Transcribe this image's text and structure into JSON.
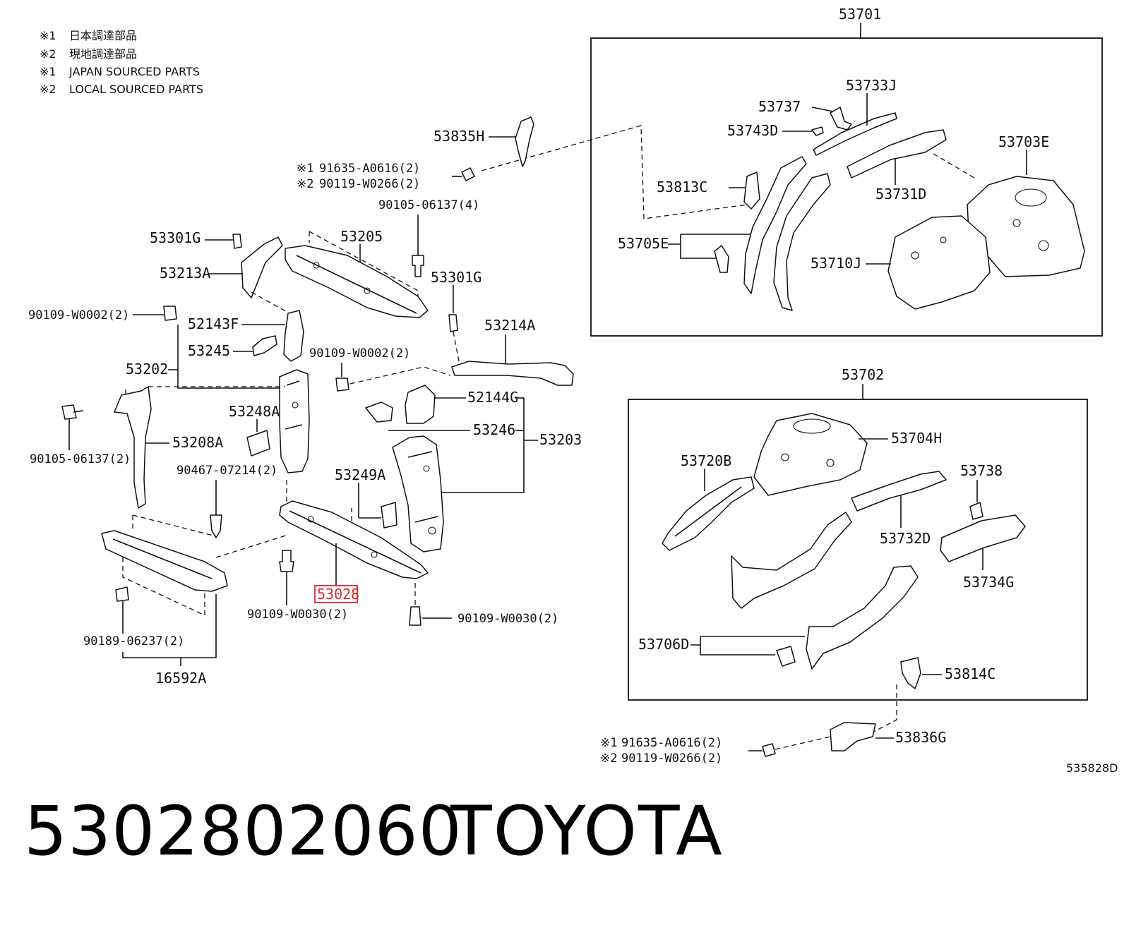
{
  "legend": [
    {
      "mark": "※1",
      "text": "日本調達部品"
    },
    {
      "mark": "※2",
      "text": "現地調達部品"
    },
    {
      "mark": "※1",
      "text": "JAPAN SOURCED PARTS"
    },
    {
      "mark": "※2",
      "text": "LOCAL SOURCED PARTS"
    }
  ],
  "labels": {
    "p53701": "53701",
    "p53702": "53702",
    "p53733J": "53733J",
    "p53737": "53737",
    "p53743D": "53743D",
    "p53703E": "53703E",
    "p53813C": "53813C",
    "p53731D": "53731D",
    "p53705E": "53705E",
    "p53710J": "53710J",
    "p53835H": "53835H",
    "bolt_91635_a": "91635-A0616(2)",
    "bolt_90119_a": "90119-W0266(2)",
    "mark1_a": "※1",
    "mark2_a": "※2",
    "p90105_4": "90105-06137(4)",
    "p53301G_a": "53301G",
    "p53205": "53205",
    "p53213A": "53213A",
    "p53301G_b": "53301G",
    "p90109_w0002_a": "90109-W0002(2)",
    "p52143F": "52143F",
    "p53214A": "53214A",
    "p53245": "53245",
    "p90109_w0002_b": "90109-W0002(2)",
    "p53202": "53202",
    "p52144G": "52144G",
    "p53248A": "53248A",
    "p53246": "53246",
    "p53203": "53203",
    "p53208A": "53208A",
    "p90105_2": "90105-06137(2)",
    "p90467": "90467-07214(2)",
    "p53249A": "53249A",
    "p53028": "53028",
    "p90109_w0030_a": "90109-W0030(2)",
    "p90109_w0030_b": "90109-W0030(2)",
    "p90189": "90189-06237(2)",
    "p16592A": "16592A",
    "p53704H": "53704H",
    "p53720B": "53720B",
    "p53738": "53738",
    "p53732D": "53732D",
    "p53734G": "53734G",
    "p53706D": "53706D",
    "p53814C": "53814C",
    "p53836G": "53836G",
    "bolt_91635_b": "91635-A0616(2)",
    "bolt_90119_b": "90119-W0266(2)",
    "mark1_b": "※1",
    "mark2_b": "※2",
    "illustration_id": "535828D"
  },
  "highlight": {
    "part": "53028",
    "color": "#e0262b"
  },
  "footer": {
    "part_number": "5302802060",
    "brand": "TOYOTA"
  }
}
